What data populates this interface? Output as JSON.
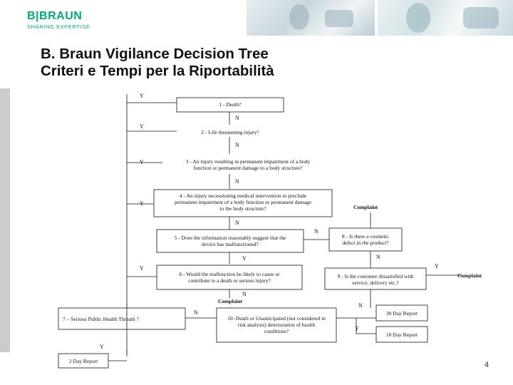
{
  "brand": {
    "name": "B|BRAUN",
    "tagline": "SHARING EXPERTISE"
  },
  "title": {
    "line1": "B. Braun Vigilance Decision Tree",
    "line2": "Criteri e Tempi per la Riportabilità"
  },
  "questions": {
    "q1": "1 - Death?",
    "q2": "2 - Life threatening injury?",
    "q3_l1": "3 - An injury resulting in permanent impairment of a body",
    "q3_l2": "function or permanent damage to a body structure?",
    "q4_l1": "4 - An injury necessitating medical intervention to preclude",
    "q4_l2": "permanent impairment of a body function or permanent damage",
    "q4_l3": "to the body structure?",
    "q5_l1": "5 - Does the information reasonably suggest that the",
    "q5_l2": "device has malfunctioned?",
    "q6_l1": "6 - Would the malfunction be likely to cause or",
    "q6_l2": "contribute to a death or serious injury?",
    "q7": "7 – Serious Public Health Threath ?",
    "q8_l1": "8 - Is there a cosmetic",
    "q8_l2": "defect in the product?",
    "q9_l1": "9 - Is the customer dissatisfied with",
    "q9_l2": "service, delivery etc.?",
    "q10_l1": "10- Death or Unanticipated (not considered in",
    "q10_l2": "risk analysis) deterioration of health",
    "q10_l3": "conditions?"
  },
  "labels": {
    "yes": "Y",
    "no": "N",
    "complaint": "Complaint"
  },
  "outcomes": {
    "day2": "2 Day Report",
    "day30": "30 Day Report",
    "day10": "10 Day Report"
  },
  "page_number": "4"
}
